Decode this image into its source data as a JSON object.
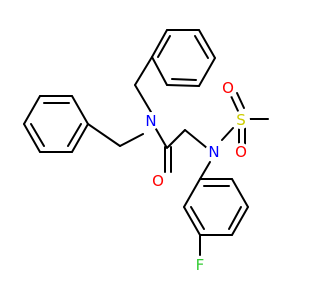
{
  "molecule": {
    "atoms": {
      "N_amide": {
        "symbol": "N",
        "color": "#0000ff"
      },
      "N_sulfon": {
        "symbol": "N",
        "color": "#0000ff"
      },
      "O_carbonyl": {
        "symbol": "O",
        "color": "#ff0000"
      },
      "O_sulfonyl_1": {
        "symbol": "O",
        "color": "#ff0000"
      },
      "O_sulfonyl_2": {
        "symbol": "O",
        "color": "#ff0000"
      },
      "S": {
        "symbol": "S",
        "color": "#cccc00"
      },
      "F": {
        "symbol": "F",
        "color": "#33cc33"
      }
    },
    "bond_color": "#000000"
  }
}
